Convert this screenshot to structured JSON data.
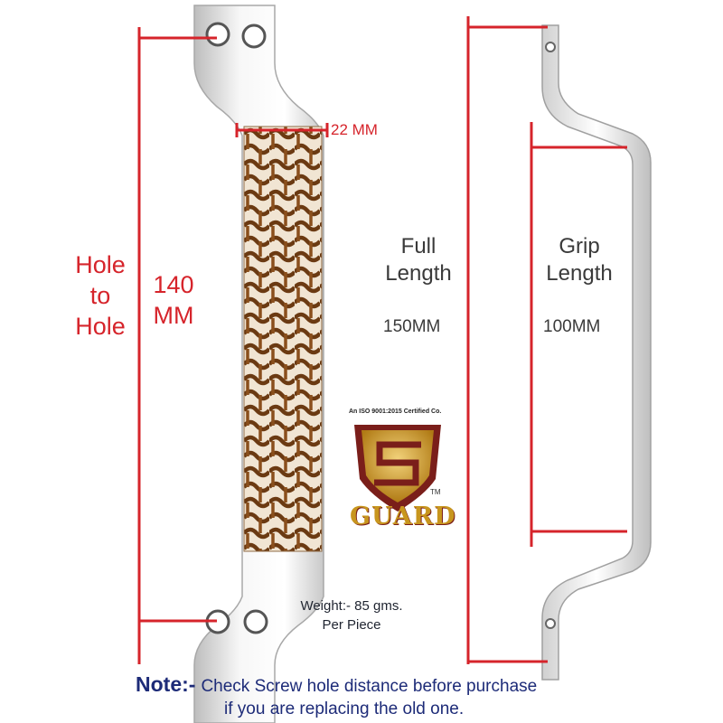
{
  "colors": {
    "dimension_red": "#d6242b",
    "label_gray": "#3a3a3a",
    "note_blue": "#1d2b78",
    "pattern_brown": "#6b3a12",
    "pattern_light": "#f1e5d3",
    "chrome": "#e4e4e4",
    "logo_gold": "#c8961e",
    "logo_maroon": "#7a1e1a"
  },
  "dimensions": {
    "hole_to_hole": {
      "line1": "Hole",
      "line2": "to",
      "line3": "Hole",
      "value_line1": "140",
      "value_line2": "MM"
    },
    "width": {
      "value": "22 MM"
    },
    "full_length": {
      "line1": "Full",
      "line2": "Length",
      "value": "150MM"
    },
    "grip_length": {
      "line1": "Grip",
      "line2": "Length",
      "value": "100MM"
    }
  },
  "weight": {
    "line1": "Weight:- 85 gms.",
    "line2": "Per Piece"
  },
  "logo": {
    "certification": "An ISO 9001:2015 Certified Co.",
    "brand": "GUARD",
    "trademark": "TM"
  },
  "note": {
    "prefix": "Note:-",
    "line1": "Check Screw hole distance before purchase",
    "line2": "if you are replacing the old one."
  }
}
